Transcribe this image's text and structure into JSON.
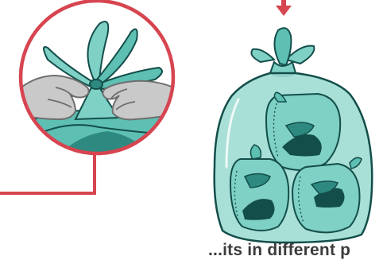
{
  "caption": {
    "text": "...its in different p"
  },
  "colors": {
    "accent_red": "#D64550",
    "bag_teal": "#7FD0C5",
    "bag_teal_dark": "#2E8A80",
    "outline": "#134E4A",
    "hand_gray": "#C9C9C9",
    "hand_outline": "#6E6E6E"
  },
  "icons": {
    "arrow": "down-arrow-icon",
    "zoom": "magnifier-circle",
    "bag": "plastic-bag",
    "hands": "hands-tying-bag"
  }
}
